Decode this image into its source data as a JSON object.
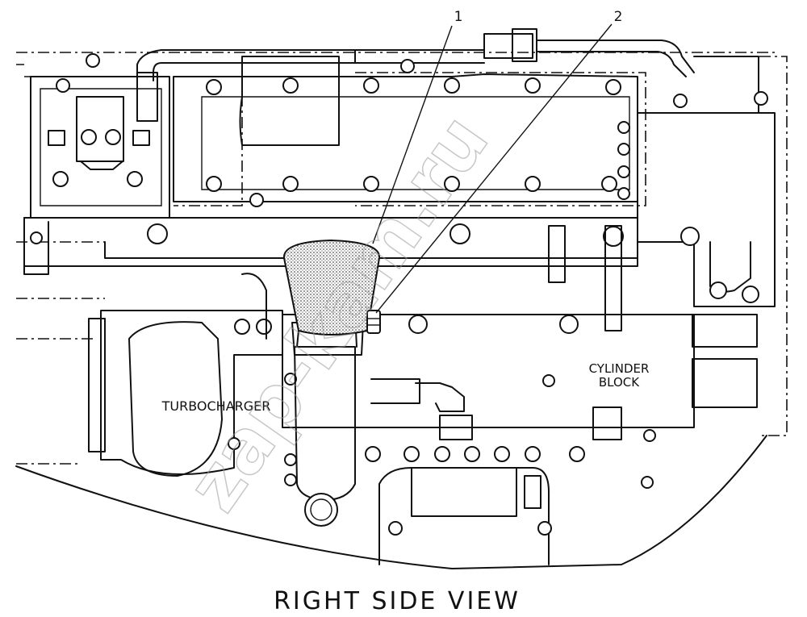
{
  "callouts": [
    {
      "number": "1"
    },
    {
      "number": "2"
    }
  ],
  "labels": {
    "turbocharger": "TURBOCHARGER",
    "cylinder_block_line1": "CYLINDER",
    "cylinder_block_line2": "BLOCK"
  },
  "caption": "RIGHT SIDE VIEW",
  "watermark": "zap-kam.ru"
}
